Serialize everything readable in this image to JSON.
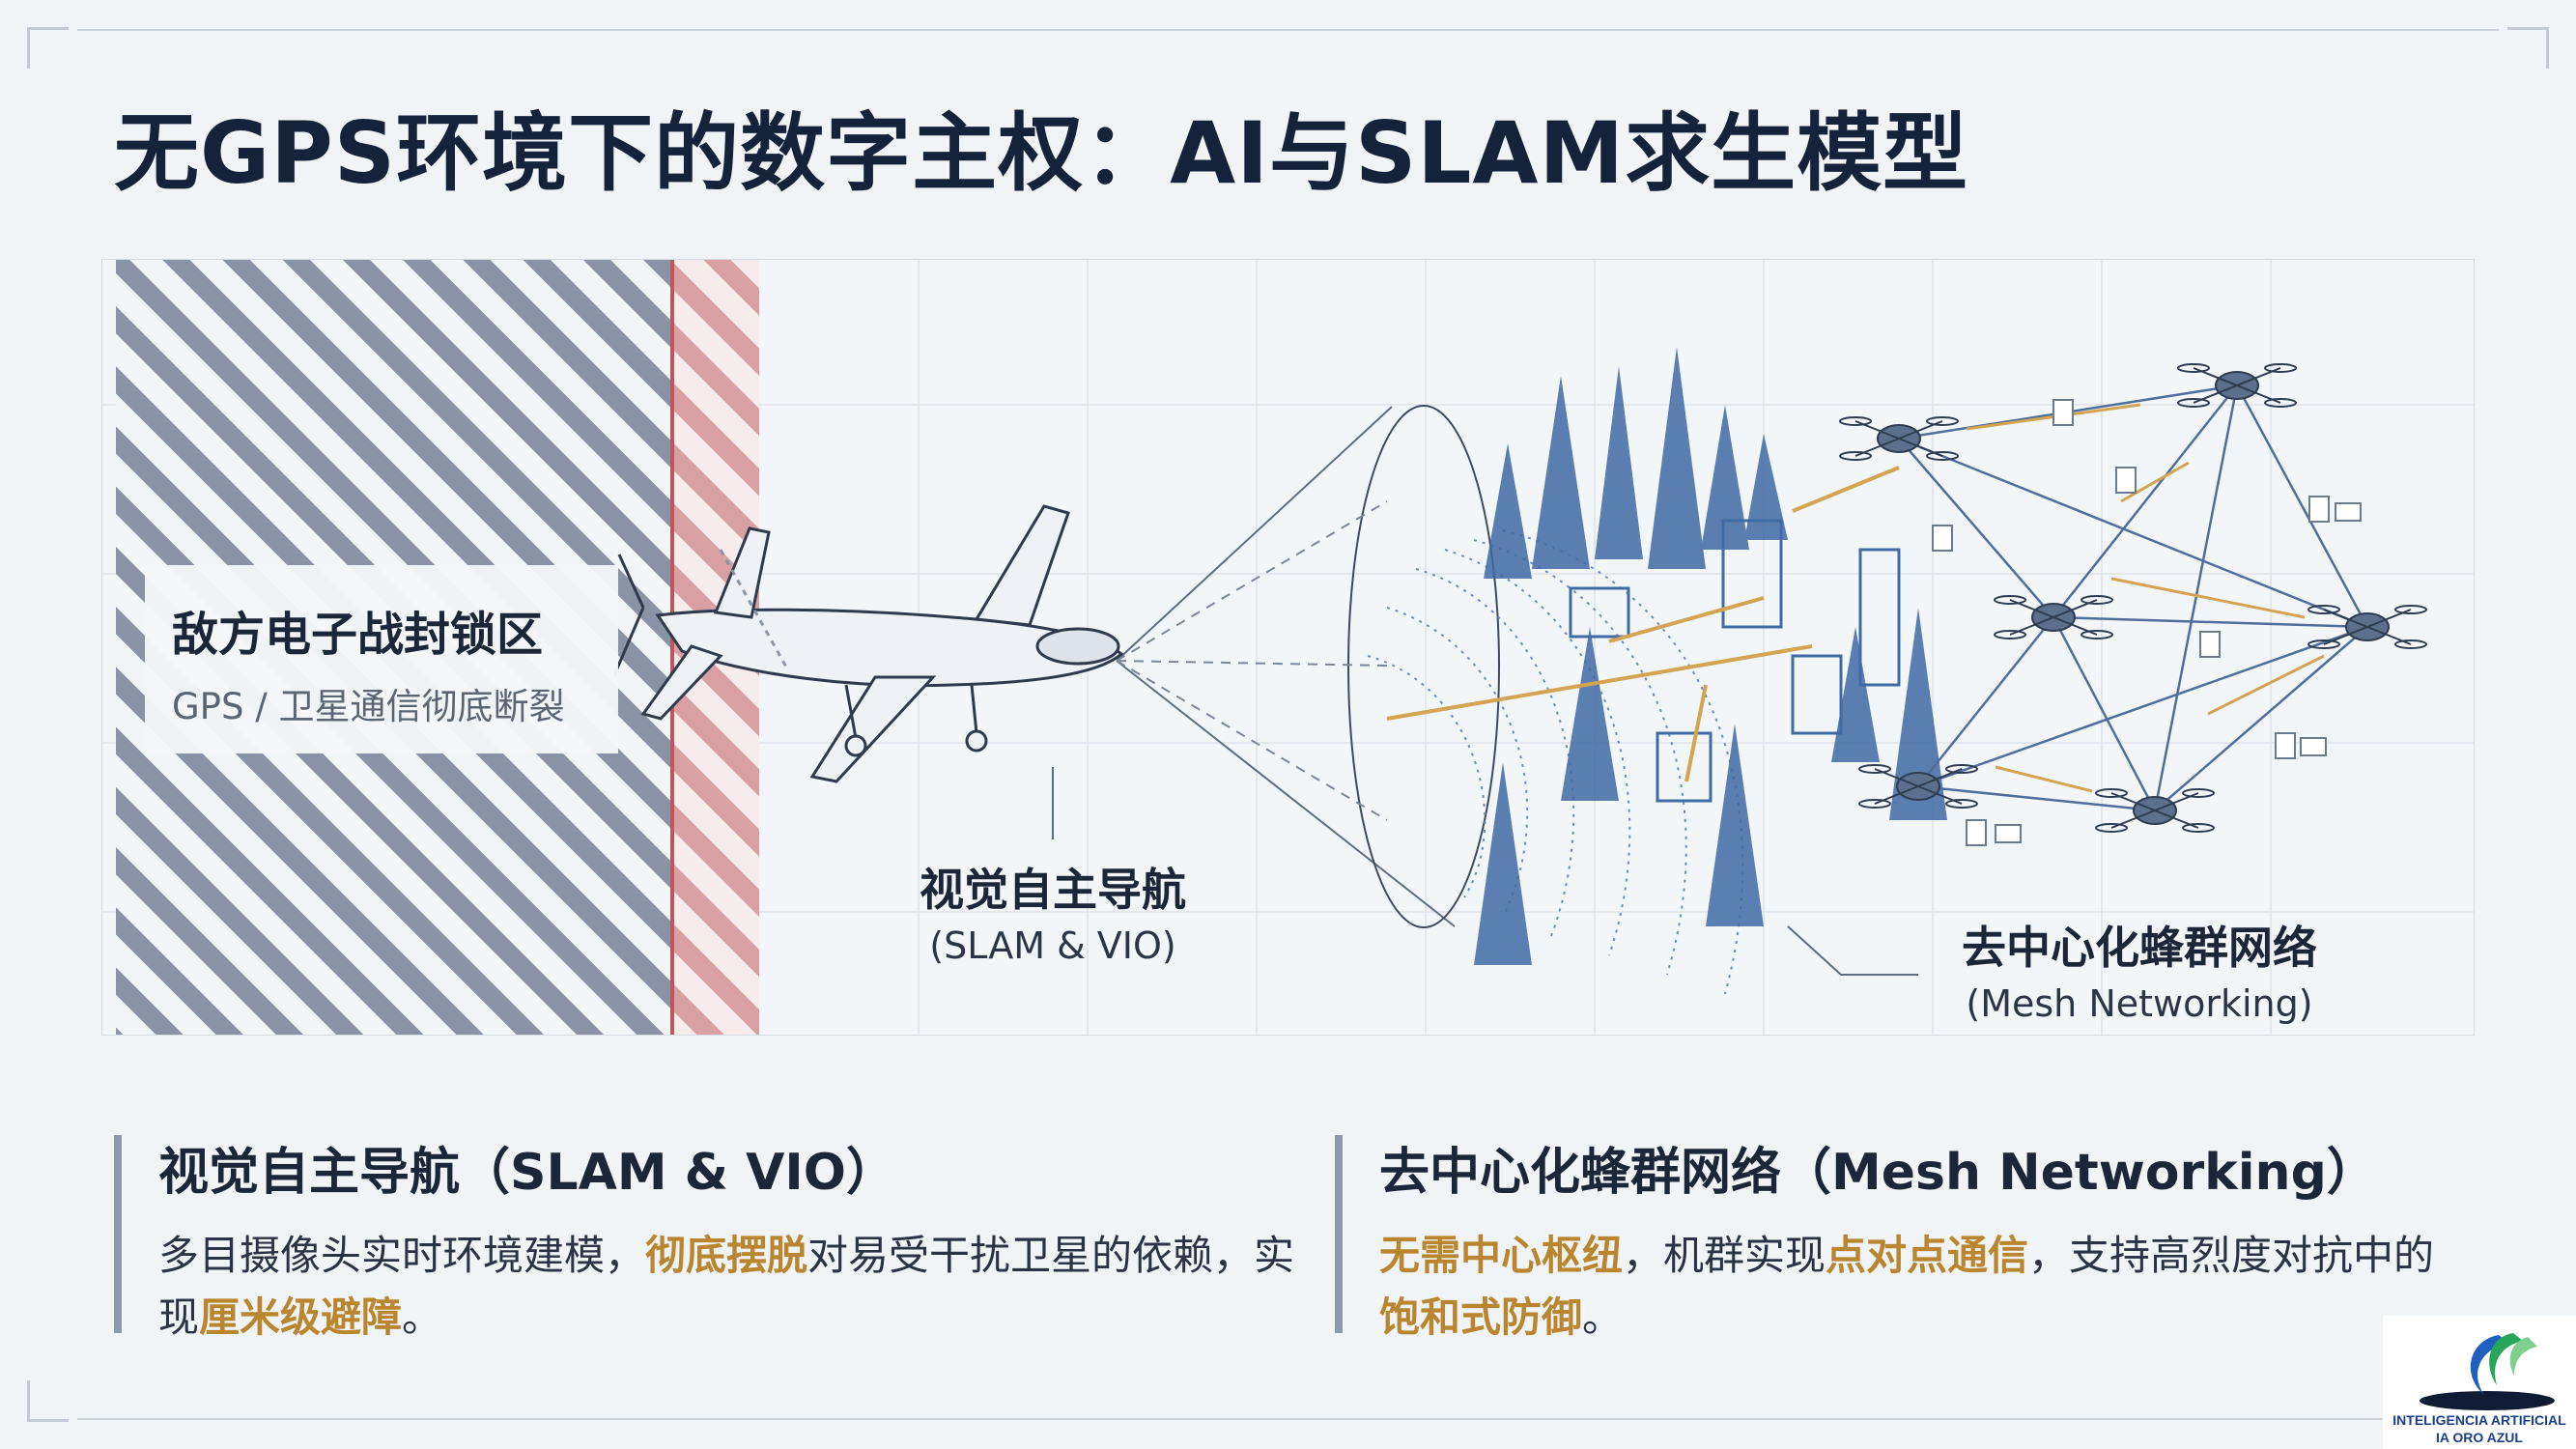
{
  "title": "无GPS环境下的数字主权：AI与SLAM求生模型",
  "hero": {
    "zone": {
      "title": "敌方电子战封锁区",
      "subtitle": "GPS / 卫星通信彻底断裂"
    },
    "slam_callout": {
      "title": "视觉自主导航",
      "subtitle": "(SLAM & VIO)"
    },
    "mesh_callout": {
      "title": "去中心化蜂群网络",
      "subtitle": "(Mesh Networking)"
    }
  },
  "features": [
    {
      "title": "视觉自主导航（SLAM & VIO）",
      "body": [
        {
          "text": "多目摄像头实时环境建模，",
          "highlight": false
        },
        {
          "text": "彻底摆脱",
          "highlight": true
        },
        {
          "text": "对易受干扰卫星的依赖，实现",
          "highlight": false
        },
        {
          "text": "厘米级避障",
          "highlight": true
        },
        {
          "text": "。",
          "highlight": false
        }
      ]
    },
    {
      "title": "去中心化蜂群网络（Mesh Networking）",
      "body": [
        {
          "text": "无需中心枢纽",
          "highlight": true
        },
        {
          "text": "，机群实现",
          "highlight": false
        },
        {
          "text": "点对点通信",
          "highlight": true
        },
        {
          "text": "，支持高烈度对抗中的",
          "highlight": false
        },
        {
          "text": "饱和式防御",
          "highlight": true
        },
        {
          "text": "。",
          "highlight": false
        }
      ]
    }
  ],
  "logo": {
    "line1": "INTELIGENCIA ARTIFICIAL",
    "line2": "IA ORO AZUL"
  },
  "colors": {
    "accent": "#b9862f",
    "navy": "#15233a",
    "hatch_gray": "#8a93a6",
    "hatch_red": "#d9a0a3",
    "mesh_line": "#4f6f9a",
    "data_flow": "#d3a451"
  }
}
